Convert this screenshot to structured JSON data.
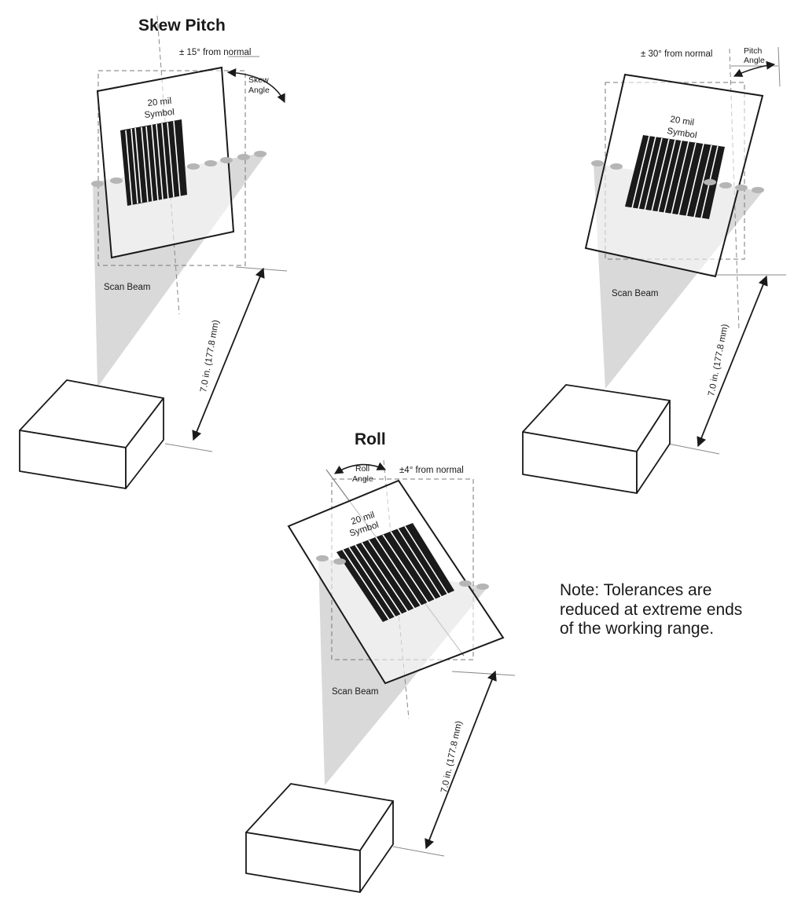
{
  "panels": {
    "skew": {
      "title": "Skew Pitch",
      "tolerance": "± 15° from normal",
      "angle_label_1": "Skew",
      "angle_label_2": "Angle",
      "symbol_1": "20 mil",
      "symbol_2": "Symbol",
      "beam": "Scan Beam",
      "distance": "7.0 in. (177.8 mm)"
    },
    "pitch": {
      "tolerance": "± 30° from normal",
      "angle_label_1": "Pitch",
      "angle_label_2": "Angle",
      "symbol_1": "20 mil",
      "symbol_2": "Symbol",
      "beam": "Scan Beam",
      "distance": "7.0 in. (177.8 mm)"
    },
    "roll": {
      "title": "Roll",
      "angle_label_1": "Roll",
      "angle_label_2": "Angle",
      "tolerance": "±4° from normal",
      "symbol_1": "20 mil",
      "symbol_2": "Symbol",
      "beam": "Scan Beam",
      "distance": "7.0 in. (177.8 mm)"
    }
  },
  "note": {
    "line1": "Note: Tolerances are",
    "line2": "reduced at extreme ends",
    "line3": "of the working range."
  },
  "colors": {
    "beam": "#d9d9d9",
    "dots": "#b5b5b5",
    "ink": "#1a1a1a"
  }
}
